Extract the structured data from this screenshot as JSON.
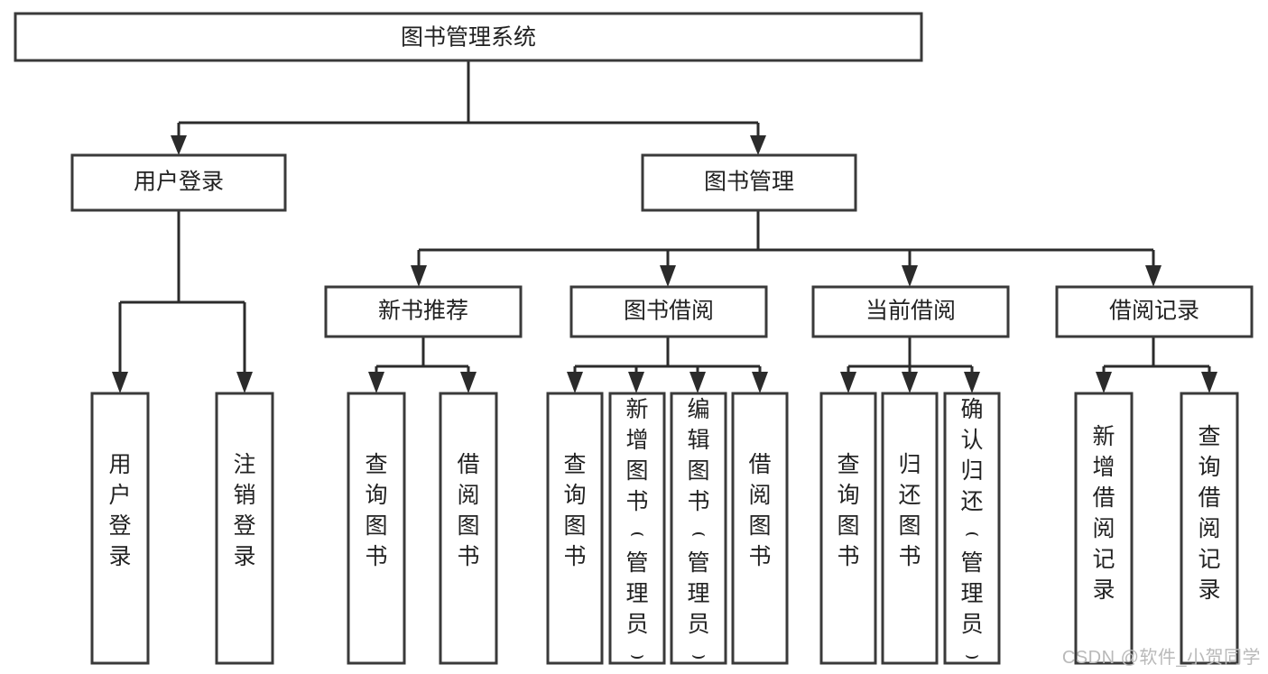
{
  "diagram": {
    "title": "图书管理系统",
    "type": "tree-hierarchy-chart",
    "watermark": "CSDN @软件_小贺同学",
    "colors": {
      "background": "#ffffff",
      "box_stroke": "#3a3a3a",
      "connector": "#2b2b2b",
      "text": "#222222",
      "watermark": "#b9b9b9"
    },
    "root": {
      "label": "图书管理系统",
      "orientation": "horizontal"
    },
    "level2": [
      {
        "label": "用户登录",
        "orientation": "horizontal"
      },
      {
        "label": "图书管理",
        "orientation": "horizontal"
      }
    ],
    "level3": [
      {
        "label": "新书推荐",
        "orientation": "horizontal"
      },
      {
        "label": "图书借阅",
        "orientation": "horizontal"
      },
      {
        "label": "当前借阅",
        "orientation": "horizontal"
      },
      {
        "label": "借阅记录",
        "orientation": "horizontal"
      }
    ],
    "leaves": {
      "user_login": [
        {
          "label": "用户登录",
          "orientation": "vertical"
        },
        {
          "label": "注销登录",
          "orientation": "vertical"
        }
      ],
      "new_book_recommend": [
        {
          "label": "查询图书",
          "orientation": "vertical"
        },
        {
          "label": "借阅图书",
          "orientation": "vertical"
        }
      ],
      "book_borrow": [
        {
          "label": "查询图书",
          "orientation": "vertical"
        },
        {
          "label": "新增图书（管理员）",
          "orientation": "vertical"
        },
        {
          "label": "编辑图书（管理员）",
          "orientation": "vertical"
        },
        {
          "label": "借阅图书",
          "orientation": "vertical"
        }
      ],
      "current_borrow": [
        {
          "label": "查询图书",
          "orientation": "vertical"
        },
        {
          "label": "归还图书",
          "orientation": "vertical"
        },
        {
          "label": "确认归还（管理员）",
          "orientation": "vertical"
        }
      ],
      "borrow_record": [
        {
          "label": "新增借阅记录",
          "orientation": "vertical"
        },
        {
          "label": "查询借阅记录",
          "orientation": "vertical"
        }
      ]
    }
  }
}
